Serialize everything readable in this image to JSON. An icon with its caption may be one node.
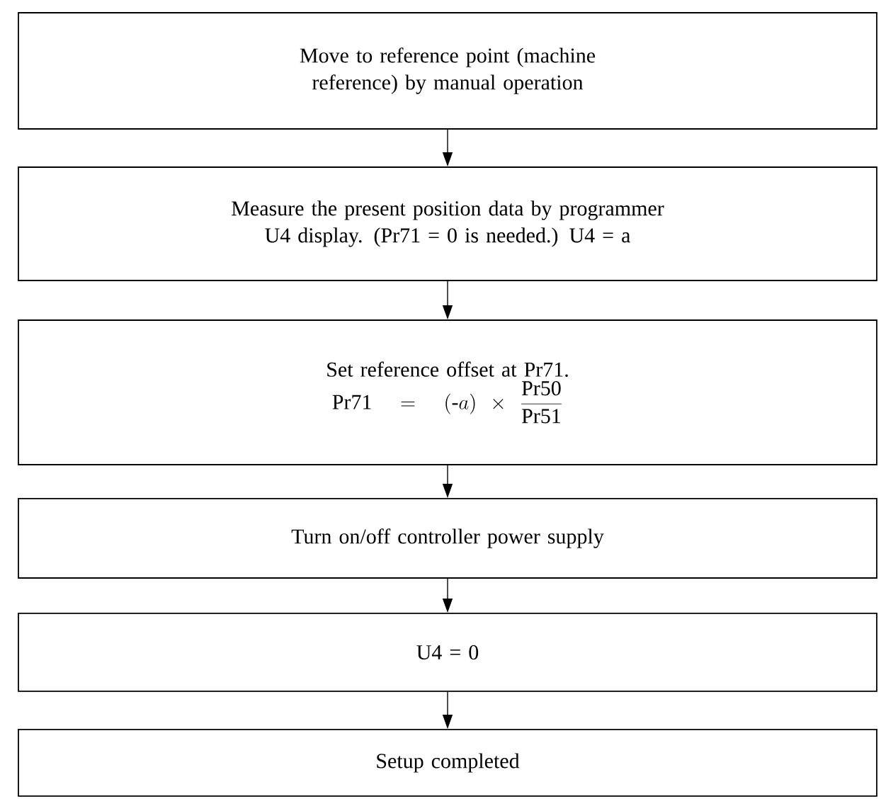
{
  "diagram": {
    "nodes": [
      {
        "text": [
          "Move to reference point (machine reference) by manual operation"
        ]
      },
      {
        "text": [
          "Measure the present position data by programmer U4 display.  (Pr71 = 0 is needed.) U4 = a"
        ]
      },
      {
        "text": [
          "Set reference offset at Pr71.",
          "\\mathrm{Pr71} = (\\mbox{-}a) \\times \\frac{\\mathrm{Pr50}}{\\mathrm{Pr51}}"
        ]
      },
      {
        "text": [
          "Turn on/off controller power supply"
        ]
      },
      {
        "text": [
          "U4  =  0"
        ]
      },
      {
        "text": [
          "Setup completed"
        ]
      }
    ],
    "edges": [
      {
        "from": 0,
        "to": 1,
        "arrow": "to"
      },
      {
        "from": 1,
        "to": 2,
        "arrow": "to"
      },
      {
        "from": 2,
        "to": 3,
        "arrow": "to"
      },
      {
        "from": 3,
        "to": 4,
        "arrow": "to"
      },
      {
        "from": 4,
        "to": 5,
        "arrow": "to"
      }
    ]
  }
}
